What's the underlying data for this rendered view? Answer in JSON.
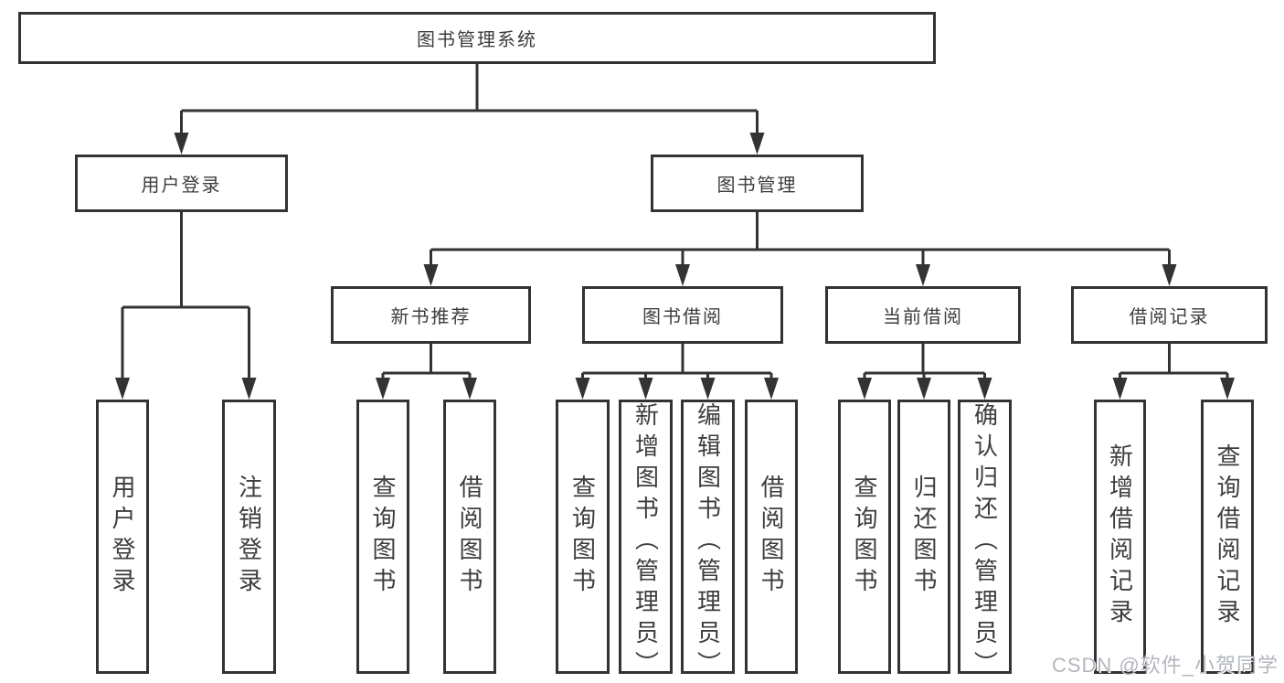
{
  "diagram": {
    "root": "图书管理系统",
    "user_branch": {
      "label": "用户登录",
      "children": [
        "用户登录",
        "注销登录"
      ]
    },
    "mgmt_branch": {
      "label": "图书管理",
      "sections": [
        {
          "label": "新书推荐",
          "children": [
            "查询图书",
            "借阅图书"
          ]
        },
        {
          "label": "图书借阅",
          "children": [
            "查询图书",
            "新增图书（管理员）",
            "编辑图书（管理员）",
            "借阅图书"
          ]
        },
        {
          "label": "当前借阅",
          "children": [
            "查询图书",
            "归还图书",
            "确认归还（管理员）"
          ]
        },
        {
          "label": "借阅记录",
          "children": [
            "新增借阅记录",
            "查询借阅记录"
          ]
        }
      ]
    }
  },
  "watermark": "CSDN @软件_小贺同学",
  "colors": {
    "line": "#333333",
    "text": "#3d3d3d",
    "watermark": "#b3b7bd",
    "background": "#ffffff"
  }
}
